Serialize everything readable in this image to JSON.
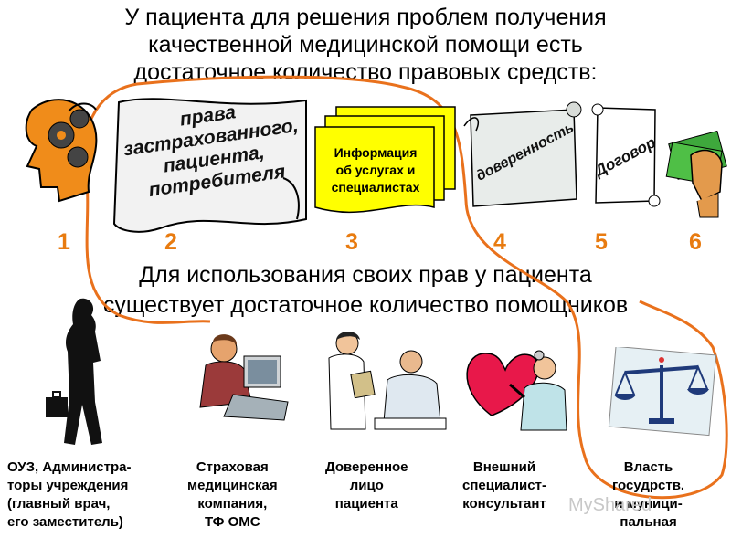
{
  "title": "У пациента для решения проблем получения\nкачественной медицинской помощи есть\nдостаточное количество правовых средств:",
  "subtitle": "Для использования своих прав у пациента\nсуществует достаточное количество помощников",
  "items": [
    {
      "num": "1",
      "icon": "head-gears-icon"
    },
    {
      "num": "2",
      "icon": "scroll-icon",
      "text": "права\nзастрахованного,\nпациента,\nпотребителя"
    },
    {
      "num": "3",
      "icon": "documents-icon",
      "text": "Информация\nоб услугах и\nспециалистах"
    },
    {
      "num": "4",
      "icon": "scroll-icon",
      "text": "доверенность"
    },
    {
      "num": "5",
      "icon": "scroll-icon",
      "text": "Договор"
    },
    {
      "num": "6",
      "icon": "money-fist-icon"
    }
  ],
  "helpers": [
    {
      "icon": "businessman-icon",
      "caption": "ОУЗ, Администра-\nторы учреждения\n(главный врач,\nего заместитель)"
    },
    {
      "icon": "office-worker-icon",
      "caption": "Страховая\nмедицинская\nкомпания,\nТФ ОМС"
    },
    {
      "icon": "doctor-patient-icon",
      "caption": "Доверенное\nлицо\nпациента"
    },
    {
      "icon": "heart-doctor-icon",
      "caption": "Внешний\nспециалист-\nконсультант"
    },
    {
      "icon": "scales-icon",
      "caption": "Власть\nгосудрств.\nи муници-\nпальная"
    }
  ],
  "watermark": "MyShared",
  "colors": {
    "outline": "#e9711c",
    "numbers": "#e87b10",
    "docs": "#ffff00",
    "scroll": "#f2f2f2"
  }
}
